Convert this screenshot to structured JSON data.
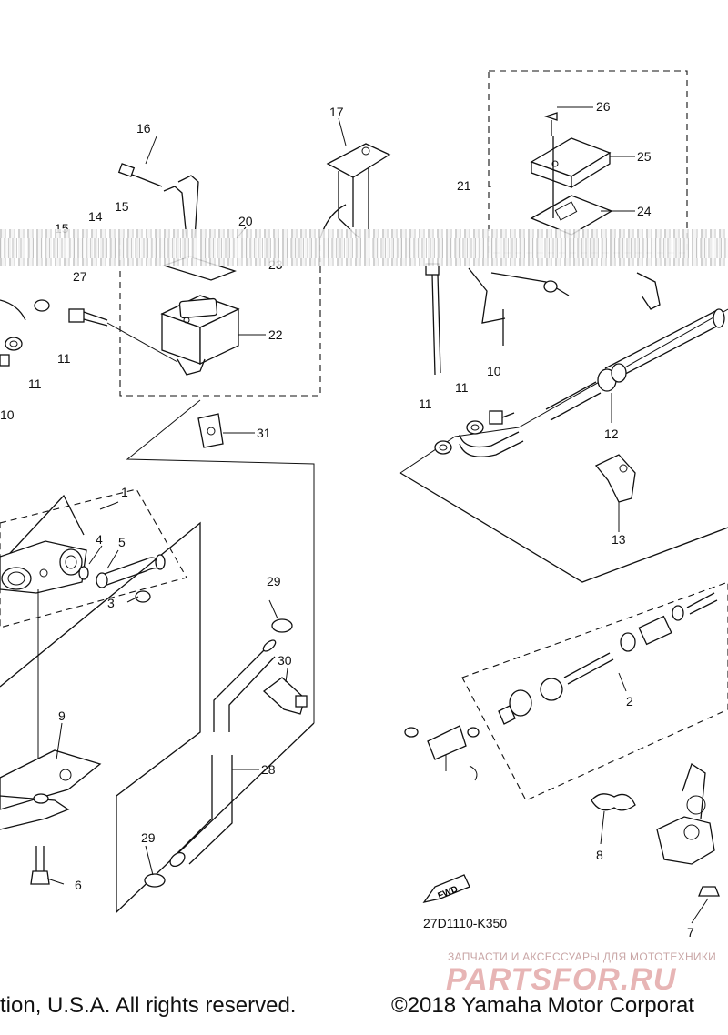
{
  "callouts": {
    "c1": "1",
    "c2": "2",
    "c3": "3",
    "c4": "4",
    "c5": "5",
    "c6": "6",
    "c7": "7",
    "c8": "8",
    "c9": "9",
    "c10a": "10",
    "c10b": "10",
    "c11a": "11",
    "c11b": "11",
    "c11c": "11",
    "c11d": "11",
    "c12": "12",
    "c13": "13",
    "c14": "14",
    "c15a": "15",
    "c15b": "15",
    "c16": "16",
    "c17": "17",
    "c20": "20",
    "c21": "21",
    "c22": "22",
    "c23": "23",
    "c24": "24",
    "c25": "25",
    "c26": "26",
    "c27": "27",
    "c28": "28",
    "c29a": "29",
    "c29b": "29",
    "c30": "30",
    "c31": "31"
  },
  "fwd_label": "FWD",
  "diagram_code": "27D1110-K350",
  "copyright_left": "tion, U.S.A. All rights reserved.",
  "copyright_right": "©2018 Yamaha Motor Corporat",
  "watermark": {
    "subtitle": "ЗАПЧАСТИ И АКСЕССУАРЫ ДЛЯ МОТОТЕХНИКИ",
    "brand": "PARTSFOR.RU"
  }
}
